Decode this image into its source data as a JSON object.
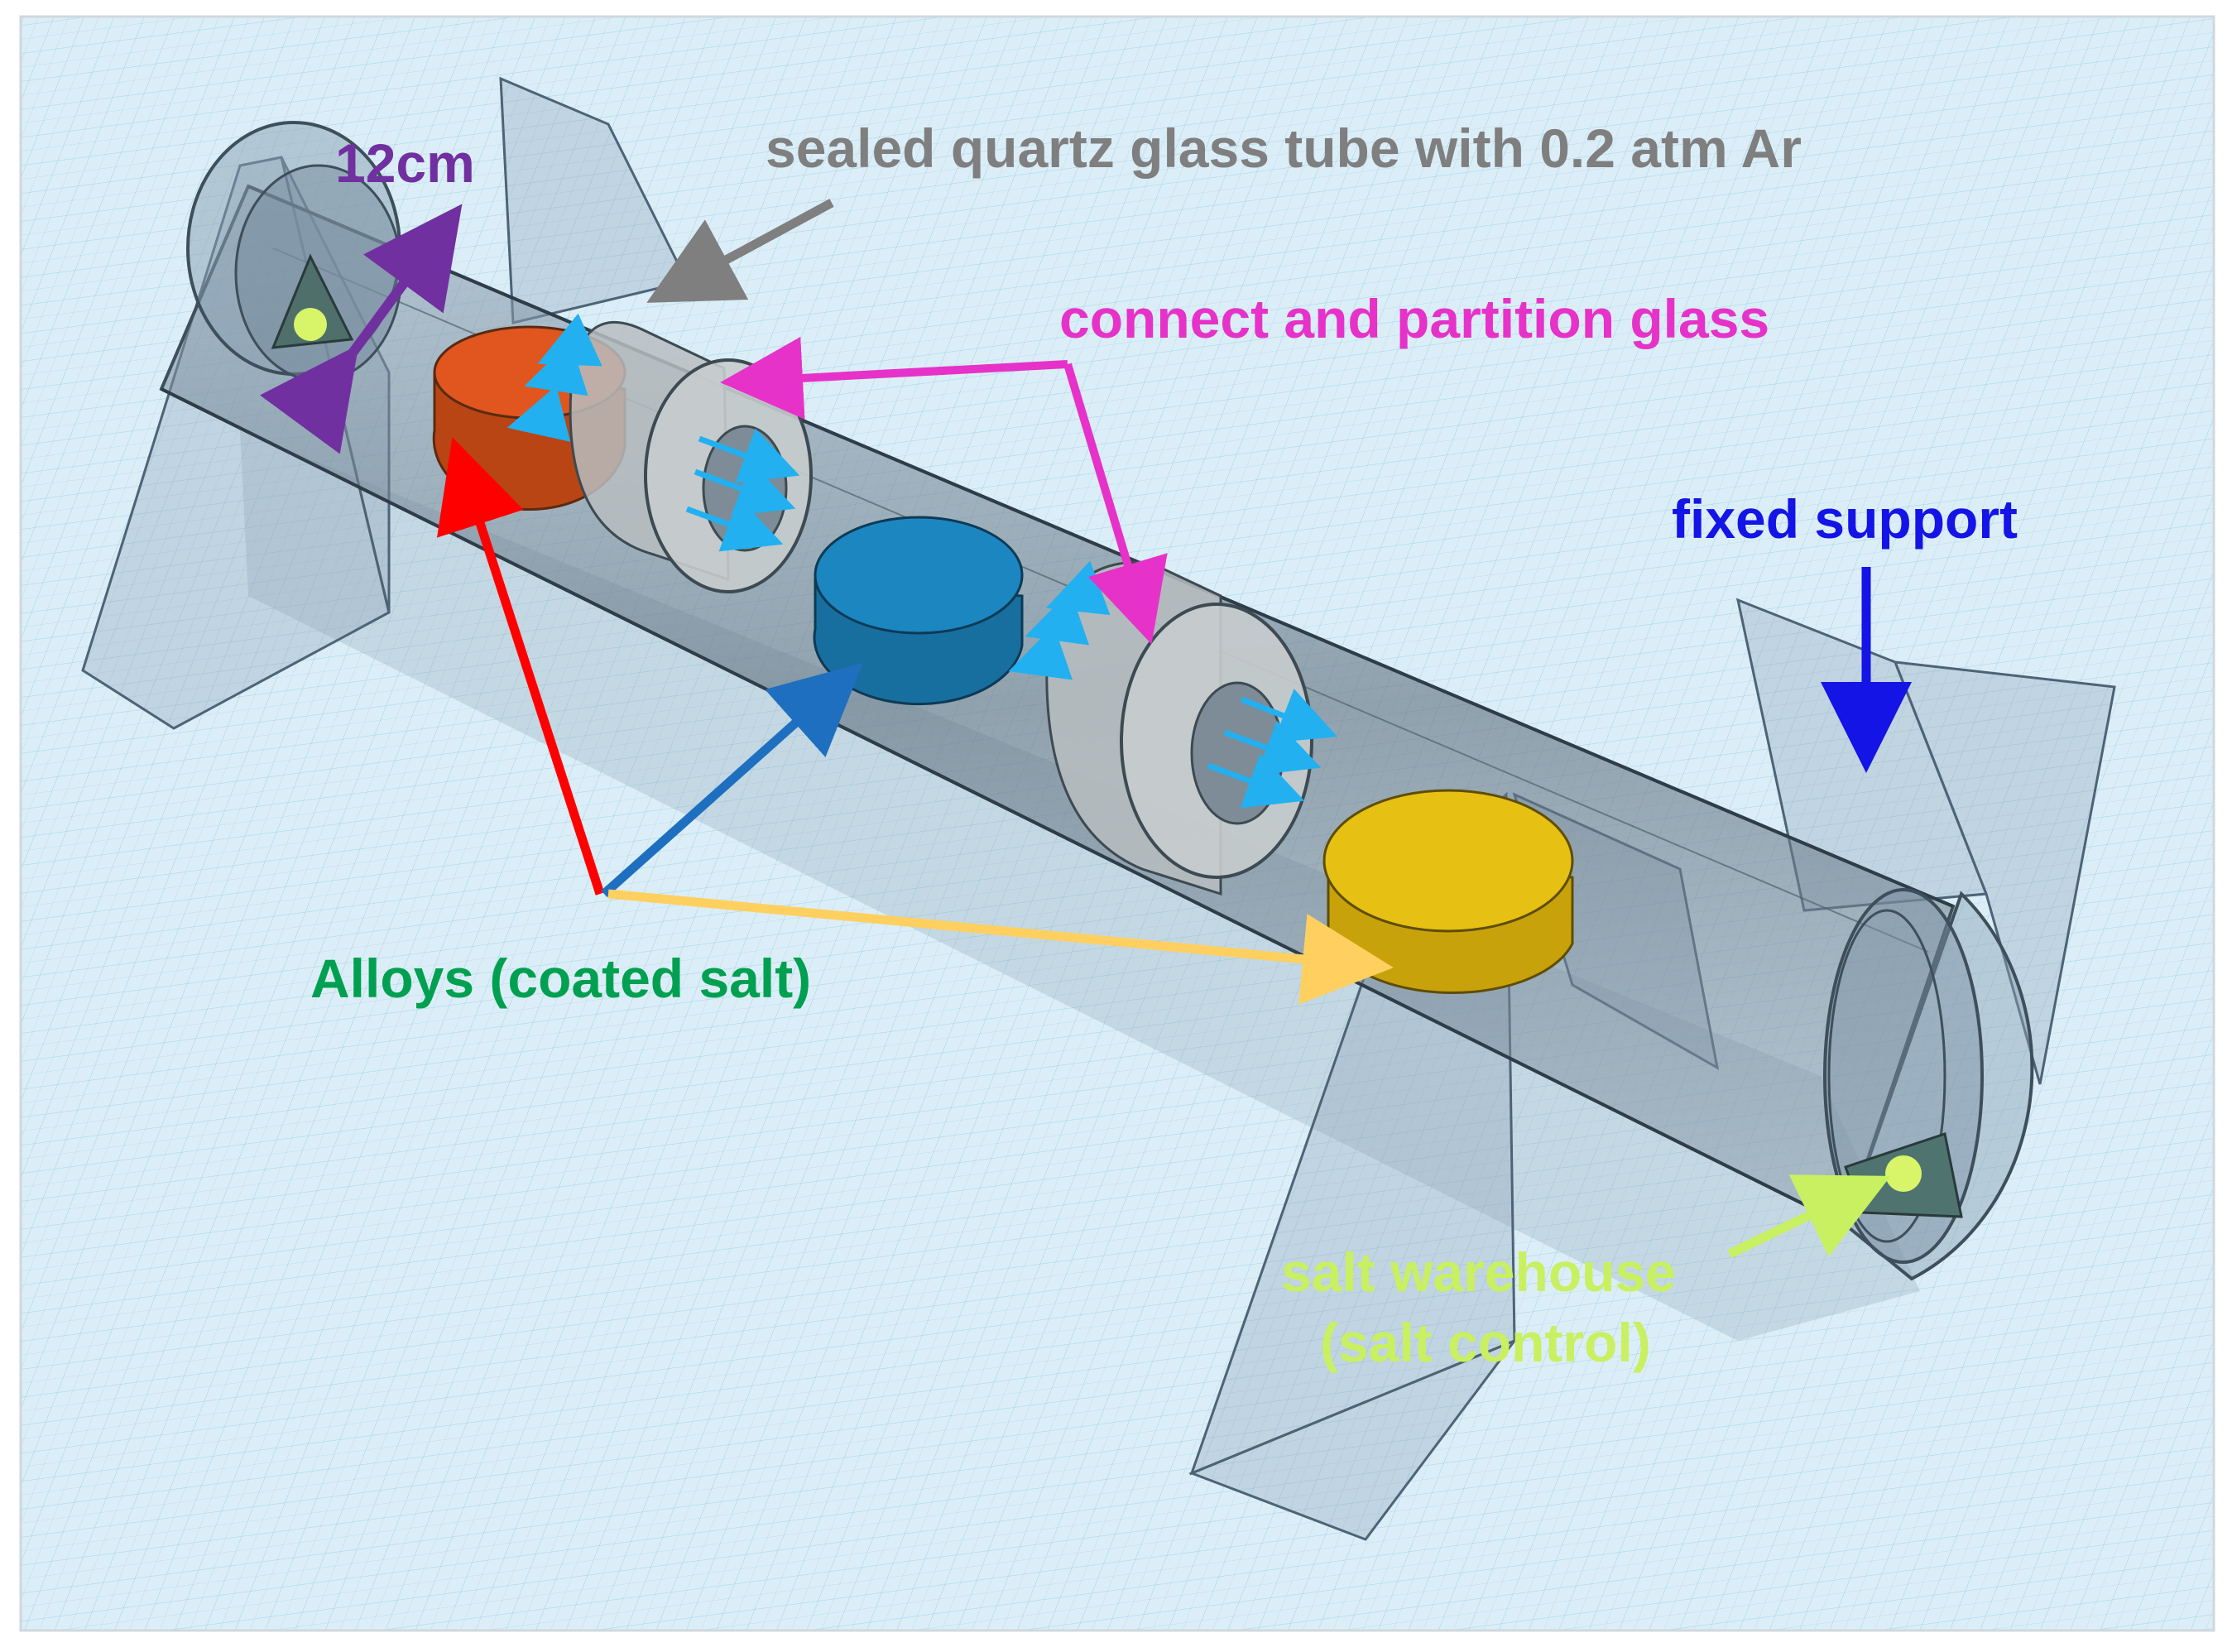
{
  "labels": {
    "diameter": "12cm",
    "tube": "sealed quartz glass tube with 0.2 atm Ar",
    "partition": "connect and partition glass",
    "support": "fixed support",
    "alloys": "Alloys (coated salt)",
    "warehouse_line1": "salt warehouse",
    "warehouse_line2": "(salt control)"
  },
  "colors": {
    "grid_bg": "#dbeef7",
    "grid_line": "#a9d3e8",
    "glass": "#6f8fa6",
    "diameter": "#7030a0",
    "tube_label": "#7f7f7f",
    "partition": "#e632c8",
    "support": "#1414e6",
    "alloys": "#00a050",
    "warehouse": "#c8f060",
    "arrow_red": "#ff0000",
    "arrow_blue": "#1f6fc0",
    "arrow_yellow": "#ffd060",
    "flow": "#22b0f0",
    "alloy_orange": "#e0561e",
    "alloy_blue": "#1c86c0",
    "alloy_yellow": "#e6c012",
    "salt_dot": "#d8f56a"
  }
}
